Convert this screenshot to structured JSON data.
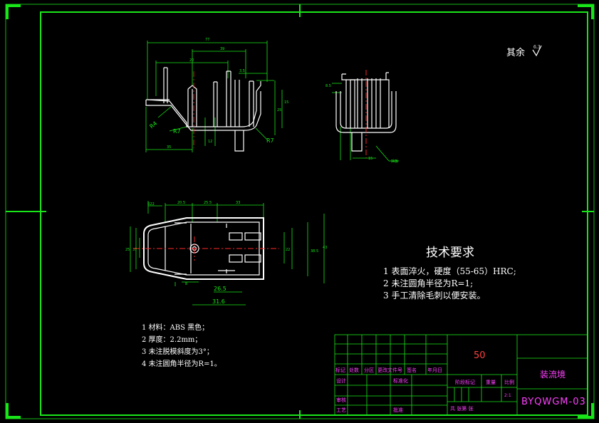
{
  "surface_roughness": {
    "label": "其余",
    "value": "6.3"
  },
  "tech_requirements": {
    "title": "技术要求",
    "items": [
      "1 表面淬火，硬度（55-65）HRC;",
      "2 未注圆角半径为R=1;",
      "3 手工清除毛刺以便安装。"
    ]
  },
  "notes": [
    "1 材料：ABS 黑色；",
    "2 厚度：2.2mm；",
    "3 未注脱模斜度为3°；",
    "4 未注圆角半径为R=1。"
  ],
  "title_block": {
    "part_number": "50",
    "part_name": "装流境",
    "drawing_code": "BYQWGM-03",
    "scale": "2:1",
    "cells": {
      "biaoji": "标记",
      "chushu": "处数",
      "fenqu": "分区",
      "gengai": "更改文件号",
      "qianming": "签名",
      "nianyueri": "年月日",
      "sheji": "设计",
      "biaozhunhua": "标准化",
      "jieduan": "阶段标记",
      "zhongliang": "重量",
      "bili": "比例",
      "shenhe": "审核",
      "gongyi": "工艺",
      "pizhun": "批准",
      "sheet": "共   张第   张"
    }
  },
  "view_labels": {
    "r4": "R4",
    "r7a": "R7",
    "r7b": "R7",
    "r2": "R2",
    "d_31_6": "31.6",
    "d_26_5": "26.5",
    "d_35": "35",
    "d_8_5": "8.5",
    "d_15": "15"
  },
  "colors": {
    "background": "#000000",
    "frame": "#19e619",
    "part": "#ffffff",
    "center": "#ff2a2a",
    "title_text": "#ff40ff"
  }
}
